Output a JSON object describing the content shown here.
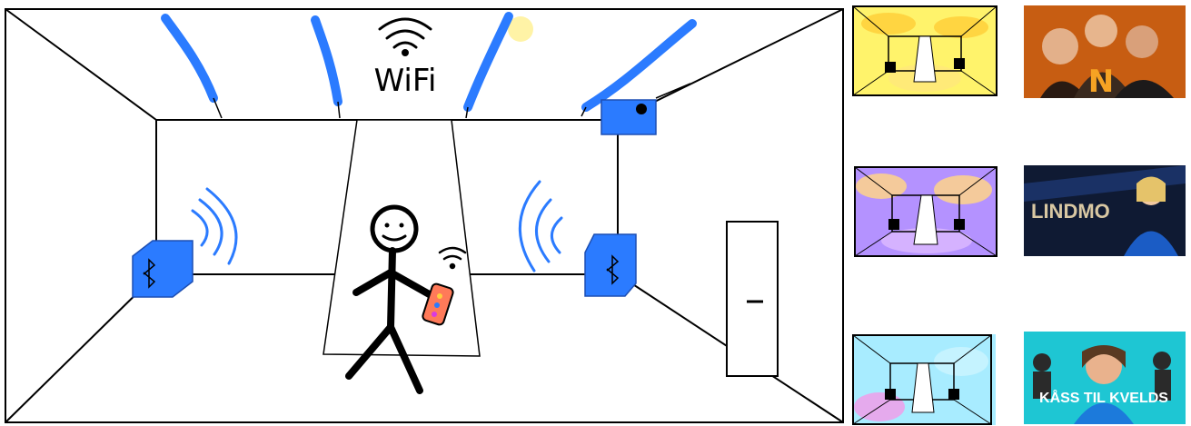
{
  "main_sketch": {
    "wifi_label": "WiFi",
    "colors": {
      "accent_blue": "#2b7bff",
      "light_yellow": "#fff3a6"
    },
    "icons": [
      "wifi-icon",
      "bluetooth-icon",
      "smartphone-icon",
      "door-icon",
      "stick-figure-icon",
      "projector-icon"
    ]
  },
  "scenes": [
    {
      "name": "scene-yellow",
      "palette": [
        "#fff36b",
        "#ffd23d",
        "#ffe97a"
      ]
    },
    {
      "name": "scene-purple",
      "palette": [
        "#b492ff",
        "#d8b6ff",
        "#ffd38a"
      ]
    },
    {
      "name": "scene-cyan",
      "palette": [
        "#a8ecff",
        "#c8f4ff",
        "#ff8fe6"
      ]
    }
  ],
  "shows": [
    {
      "title": "",
      "bg": "#d46a1a"
    },
    {
      "title": "LINDMO",
      "bg": "#0f1a33"
    },
    {
      "title": "KÅSS TIL KVELDS",
      "bg": "#1ec6d3"
    }
  ]
}
